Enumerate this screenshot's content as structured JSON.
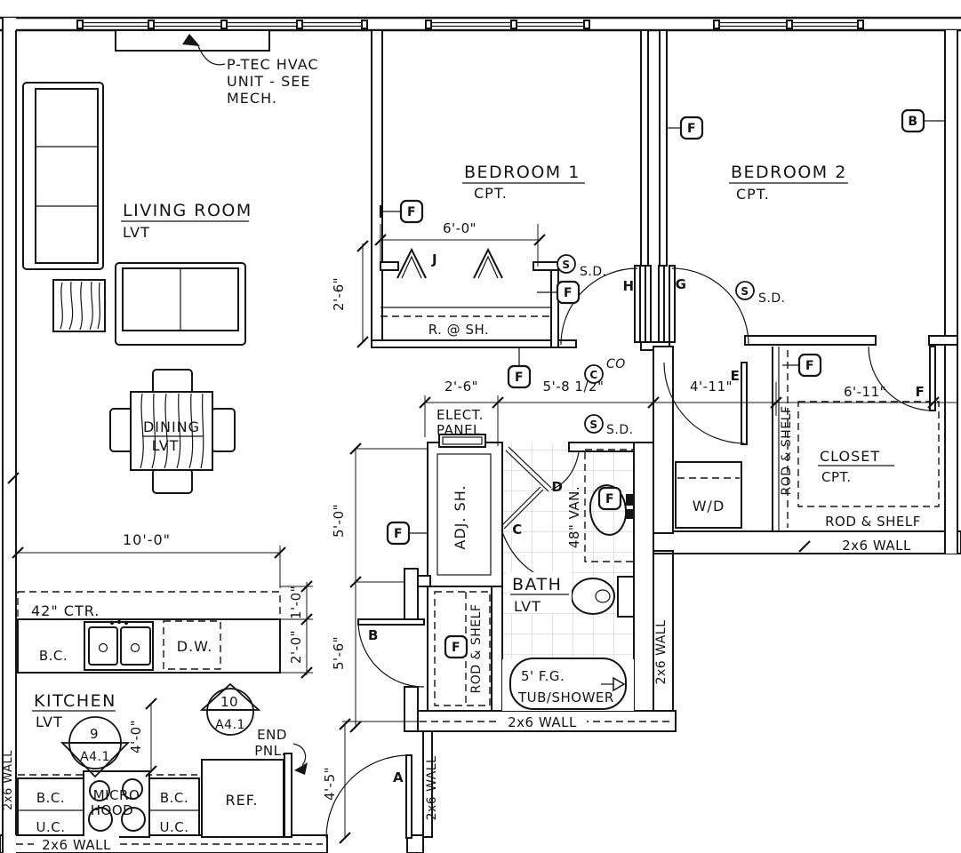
{
  "drawing": {
    "rooms": {
      "living": {
        "name": "LIVING ROOM",
        "floor": "LVT"
      },
      "dining": {
        "name": "DINING",
        "floor": "LVT"
      },
      "kitchen": {
        "name": "KITCHEN",
        "floor": "LVT"
      },
      "bedroom1": {
        "name": "BEDROOM 1",
        "floor": "CPT."
      },
      "bedroom2": {
        "name": "BEDROOM 2",
        "floor": "CPT."
      },
      "bath": {
        "name": "BATH",
        "floor": "LVT"
      },
      "closet": {
        "name": "CLOSET",
        "floor": "CPT."
      }
    },
    "notes": {
      "hvac_line1": "P-TEC HVAC",
      "hvac_line2": "UNIT - SEE",
      "hvac_line3": "MECH.",
      "elect_line1": "ELECT.",
      "elect_line2": "PANEL",
      "end_pnl_line1": "END",
      "end_pnl_line2": "PNL.",
      "closet_shelf": "R. @ SH.",
      "rod_shelf": "ROD & SHELF",
      "adj_shelf": "ADJ. SH.",
      "vanity": "48\" VAN.",
      "counter": "42\" CTR.",
      "base_cab": "B.C.",
      "upper_cab": "U.C.",
      "dishwasher": "D.W.",
      "fridge": "REF.",
      "micro_line1": "MICRO",
      "micro_line2": "HOOD",
      "washer_dryer": "W/D",
      "tub_line1": "5' F.G.",
      "tub_line2": "TUB/SHOWER",
      "wall_2x6": "2x6 WALL"
    },
    "dims": {
      "d6_0": "6'-0\"",
      "d2_6": "2'-6\"",
      "d5_8h": "5'-8 1/2\"",
      "d4_11": "4'-11\"",
      "d6_11": "6'-11\"",
      "d10_0": "10'-0\"",
      "d5_0": "5'-0\"",
      "d5_6": "5'-6\"",
      "d1_0": "1'-0\"",
      "d2_0": "2'-0\"",
      "d4_0": "4'-0\"",
      "d4_5": "4'-5\""
    },
    "doors": {
      "a": "A",
      "b": "B",
      "c": "C",
      "d": "D",
      "e": "E",
      "f": "F",
      "g": "G",
      "h": "H",
      "j": "J"
    },
    "tags": {
      "f": "F",
      "b": "B",
      "s": "S",
      "c": "C",
      "sd": "S.D.",
      "co": "CO"
    },
    "symbols": {
      "s9": {
        "num": "9",
        "sheet": "A4.1"
      },
      "s10": {
        "num": "10",
        "sheet": "A4.1"
      }
    }
  }
}
